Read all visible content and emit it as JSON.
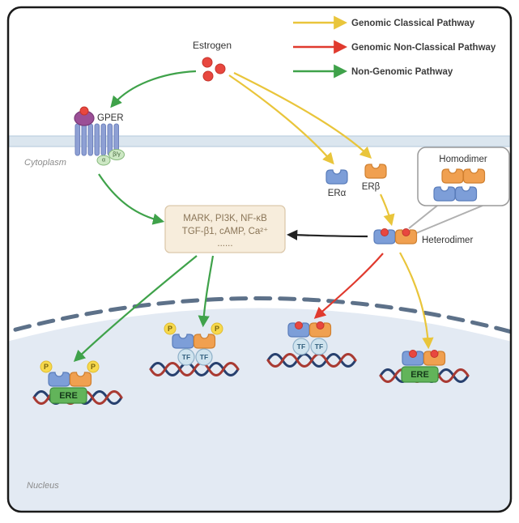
{
  "legend": {
    "items": [
      {
        "label": "Genomic Classical Pathway",
        "color": "#e9c53b"
      },
      {
        "label": "Genomic Non-Classical Pathway",
        "color": "#e03a2e"
      },
      {
        "label": "Non-Genomic Pathway",
        "color": "#3fa24a"
      }
    ]
  },
  "molecules": {
    "estrogen": "Estrogen",
    "gper": "GPER",
    "er_alpha": "ERα",
    "er_beta": "ERβ",
    "homodimer": "Homodimer",
    "heterodimer": "Heterodimer",
    "alpha_subunit": "α",
    "beta_gamma_subunit": "β/γ",
    "phospho": "P",
    "tf": "TF",
    "ere": "ERE"
  },
  "compartments": {
    "cytoplasm": "Cytoplasm",
    "nucleus": "Nucleus"
  },
  "signaling_box": {
    "line1": "MARK, PI3K, NF-κB",
    "line2": "TGF-β1, cAMP, Ca²⁺",
    "line3": "......"
  },
  "colors": {
    "er_alpha_fill": "#7d9ed8",
    "er_beta_fill": "#f0a050",
    "ligand_red": "#e8473f",
    "ere_green": "#62b45a",
    "phospho_yellow": "#f7d94c",
    "nucleus_fill": "#e3eaf3",
    "membrane": "#dbe6ef",
    "signal_box_fill": "#f7eddc",
    "classical_arrow": "#e9c53b",
    "nonclassical_arrow": "#e03a2e",
    "nongenomic_arrow": "#3fa24a"
  }
}
